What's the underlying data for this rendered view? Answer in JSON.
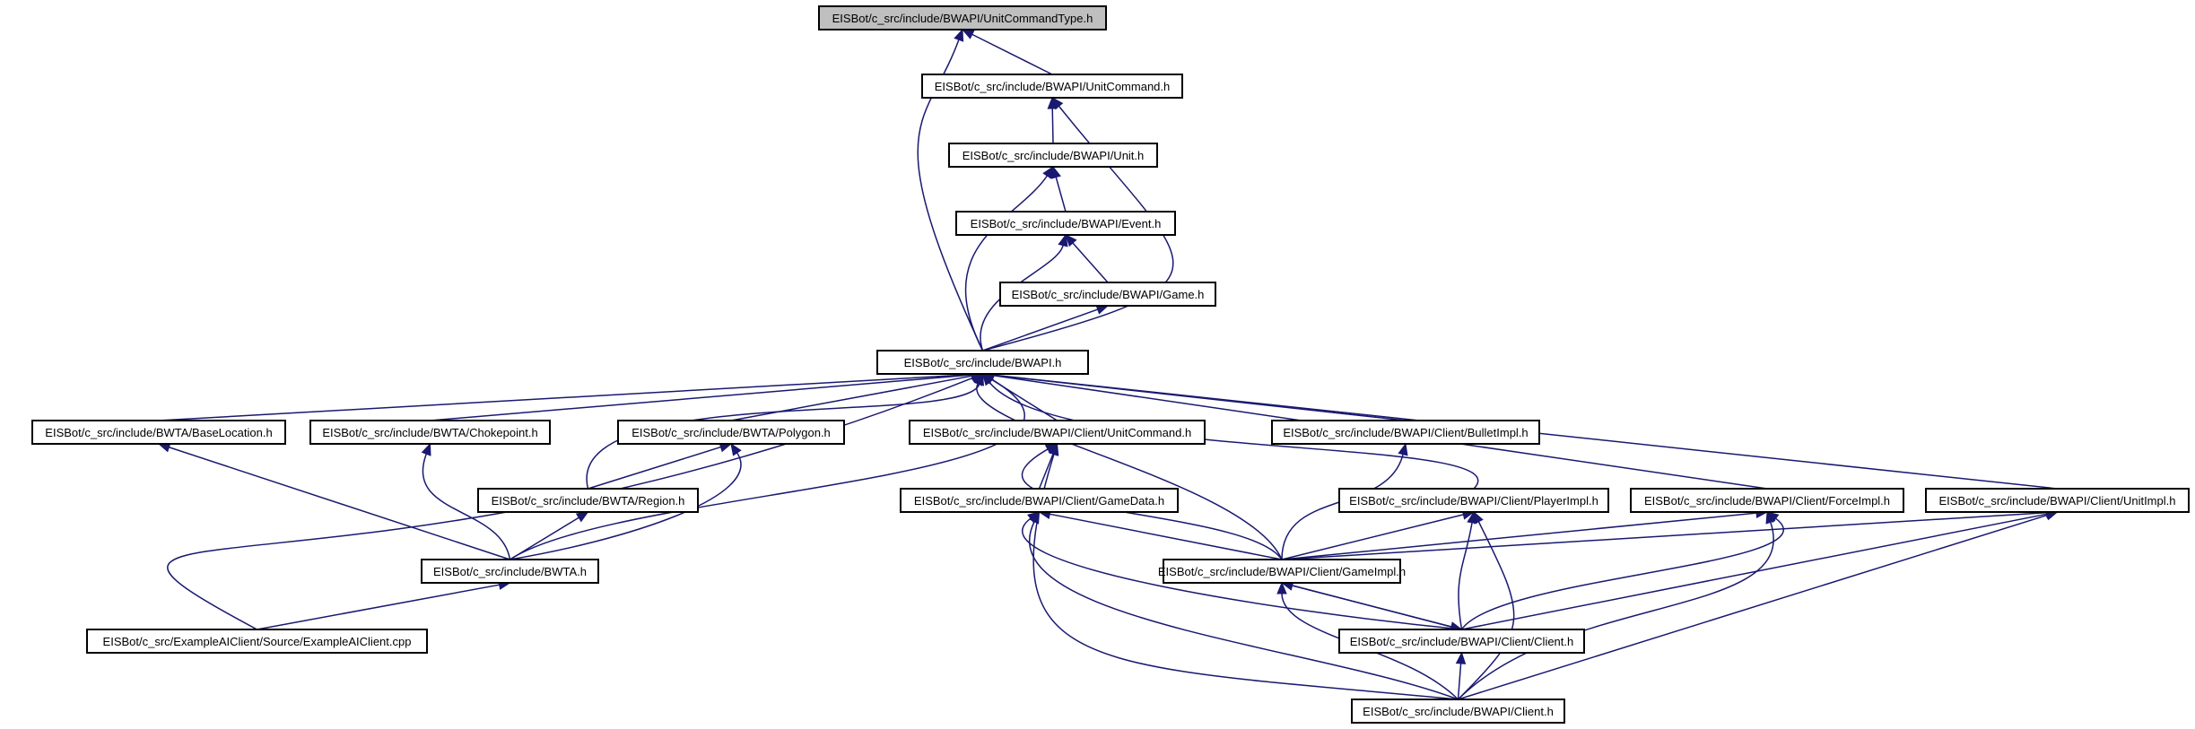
{
  "nodes": [
    {
      "id": "unitcommandtype",
      "label": "EISBot/c_src/include/BWAPI/UnitCommandType.h",
      "root": true
    },
    {
      "id": "unitcommand",
      "label": "EISBot/c_src/include/BWAPI/UnitCommand.h"
    },
    {
      "id": "unit",
      "label": "EISBot/c_src/include/BWAPI/Unit.h"
    },
    {
      "id": "event",
      "label": "EISBot/c_src/include/BWAPI/Event.h"
    },
    {
      "id": "game",
      "label": "EISBot/c_src/include/BWAPI/Game.h"
    },
    {
      "id": "bwapi",
      "label": "EISBot/c_src/include/BWAPI.h"
    },
    {
      "id": "baselocation",
      "label": "EISBot/c_src/include/BWTA/BaseLocation.h"
    },
    {
      "id": "chokepoint",
      "label": "EISBot/c_src/include/BWTA/Chokepoint.h"
    },
    {
      "id": "polygon",
      "label": "EISBot/c_src/include/BWTA/Polygon.h"
    },
    {
      "id": "client_unitcommand",
      "label": "EISBot/c_src/include/BWAPI/Client/UnitCommand.h"
    },
    {
      "id": "bulletimpl",
      "label": "EISBot/c_src/include/BWAPI/Client/BulletImpl.h"
    },
    {
      "id": "region",
      "label": "EISBot/c_src/include/BWTA/Region.h"
    },
    {
      "id": "gamedata",
      "label": "EISBot/c_src/include/BWAPI/Client/GameData.h"
    },
    {
      "id": "playerimpl",
      "label": "EISBot/c_src/include/BWAPI/Client/PlayerImpl.h"
    },
    {
      "id": "forceimpl",
      "label": "EISBot/c_src/include/BWAPI/Client/ForceImpl.h"
    },
    {
      "id": "unitimpl",
      "label": "EISBot/c_src/include/BWAPI/Client/UnitImpl.h"
    },
    {
      "id": "bwta",
      "label": "EISBot/c_src/include/BWTA.h"
    },
    {
      "id": "gameimpl",
      "label": "EISBot/c_src/include/BWAPI/Client/GameImpl.h"
    },
    {
      "id": "exampleaiclient",
      "label": "EISBot/c_src/ExampleAIClient/Source/ExampleAIClient.cpp"
    },
    {
      "id": "client_client",
      "label": "EISBot/c_src/include/BWAPI/Client/Client.h"
    },
    {
      "id": "client",
      "label": "EISBot/c_src/include/BWAPI/Client.h"
    }
  ]
}
